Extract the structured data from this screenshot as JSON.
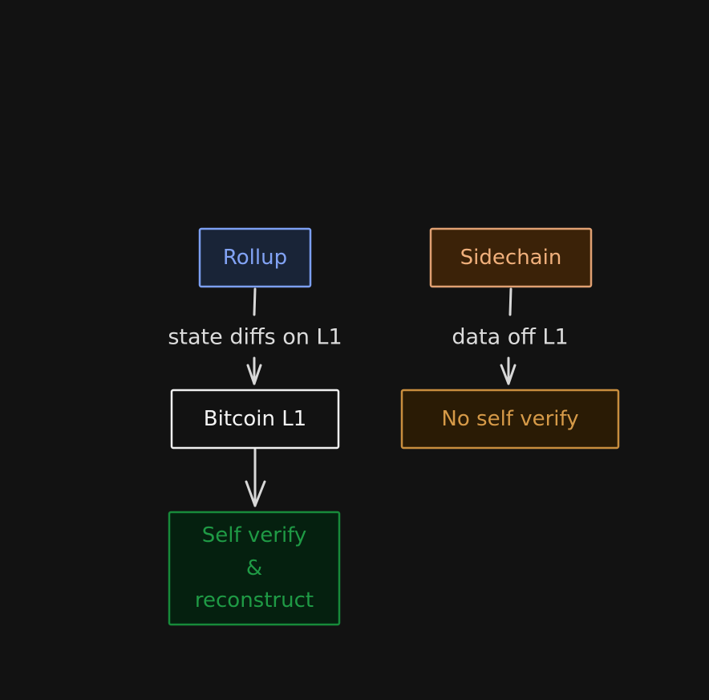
{
  "nodes": {
    "rollup": {
      "label": "Rollup",
      "stroke": "#7c9ff2",
      "fill": "#192437",
      "text_color": "#82a3f5"
    },
    "sidechain": {
      "label": "Sidechain",
      "stroke": "#e0a072",
      "fill": "#3b2208",
      "text_color": "#f0b07c"
    },
    "bitcoin_l1": {
      "label": "Bitcoin L1",
      "stroke": "#f0f0f0",
      "fill": "#121212",
      "text_color": "#f4f4f4"
    },
    "no_self_verify": {
      "label": "No self verify",
      "stroke": "#c98e3e",
      "fill": "#2a1b05",
      "text_color": "#d69a48"
    },
    "self_verify": {
      "lines": [
        "Self verify",
        "&",
        "reconstruct"
      ],
      "stroke": "#178a3a",
      "fill": "#05200f",
      "text_color": "#1f9a45"
    }
  },
  "edges": {
    "rollup_to_l1": {
      "label": "state diffs on L1"
    },
    "sidechain_off_l1": {
      "label": "data off L1"
    }
  },
  "colors": {
    "background": "#121212",
    "connector": "#d8d8d8"
  }
}
